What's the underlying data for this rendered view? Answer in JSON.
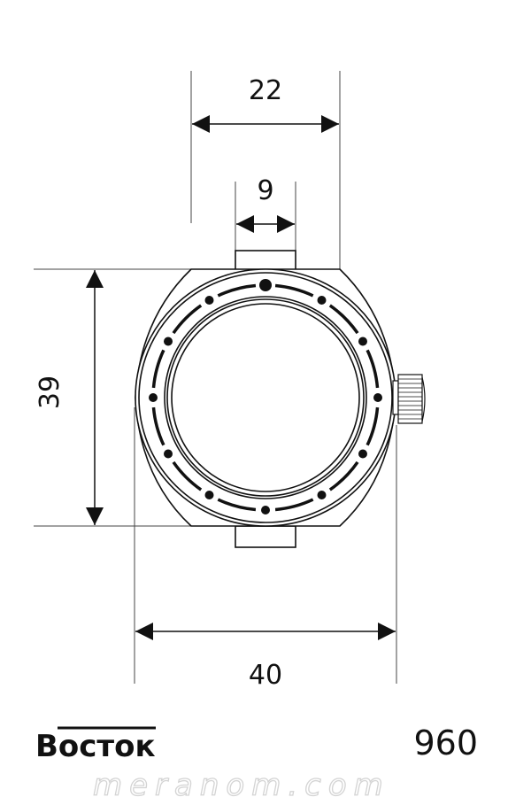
{
  "dimensions": {
    "lug_width": "22",
    "strap_tab": "9",
    "lug_to_lug": "39",
    "case_width": "40"
  },
  "brand": "Восток",
  "model": "960",
  "watermark": "meranom.com"
}
